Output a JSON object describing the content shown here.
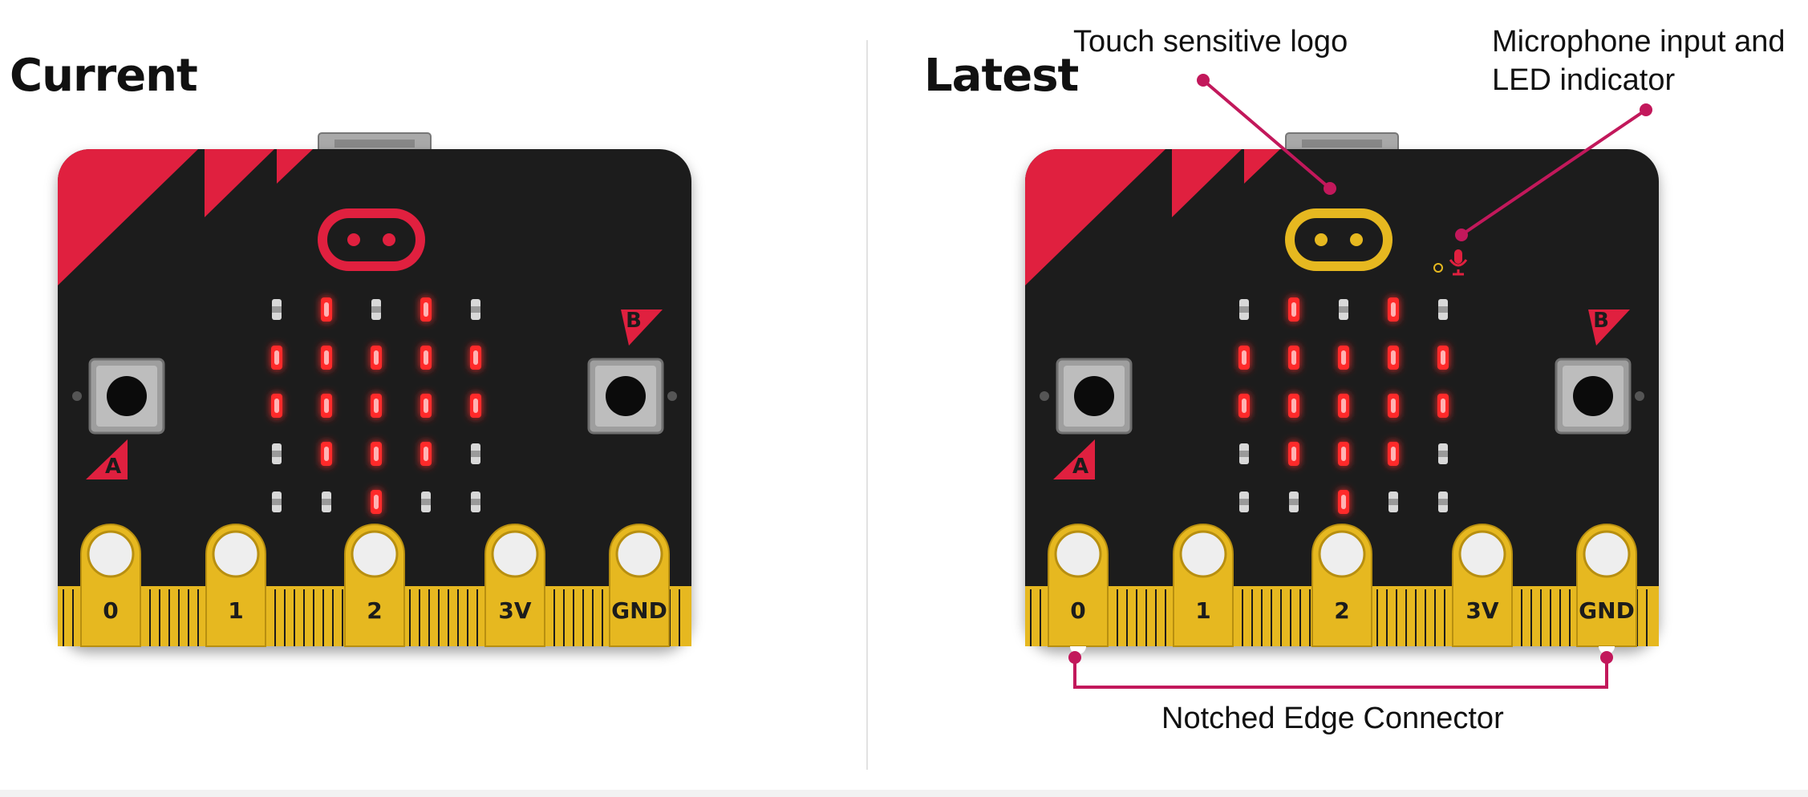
{
  "panels": {
    "left_title": "Current",
    "right_title": "Latest"
  },
  "annotations": {
    "touch_logo": "Touch sensitive logo",
    "microphone_line1": "Microphone input and",
    "microphone_line2": "LED indicator",
    "edge_connector": "Notched Edge Connector"
  },
  "board": {
    "button_a": "A",
    "button_b": "B",
    "pins": [
      "0",
      "1",
      "2",
      "3V",
      "GND"
    ],
    "led_pattern": [
      [
        0,
        1,
        0,
        1,
        0
      ],
      [
        1,
        1,
        1,
        1,
        1
      ],
      [
        1,
        1,
        1,
        1,
        1
      ],
      [
        0,
        1,
        1,
        1,
        0
      ],
      [
        0,
        0,
        1,
        0,
        0
      ]
    ]
  },
  "colors": {
    "board": "#1c1c1c",
    "accent_red": "#e0203f",
    "gold": "#e6b820",
    "led_on": "#ff2a2a",
    "leader_line": "#c2185b",
    "current_logo": "#e0203f",
    "latest_logo": "#e6b820"
  }
}
